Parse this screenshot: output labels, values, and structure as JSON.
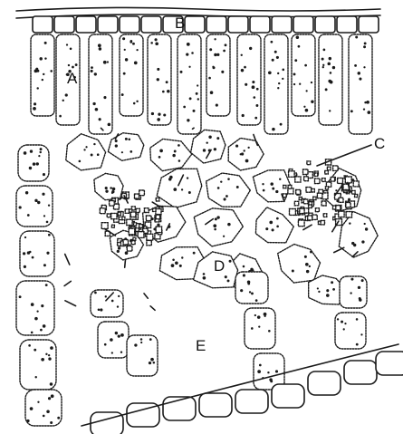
{
  "labels": {
    "A": "A",
    "B": "B",
    "C": "C",
    "D": "D",
    "E": "E"
  },
  "colors": {
    "ink": "#1a1a1a",
    "paper": "#ffffff"
  }
}
